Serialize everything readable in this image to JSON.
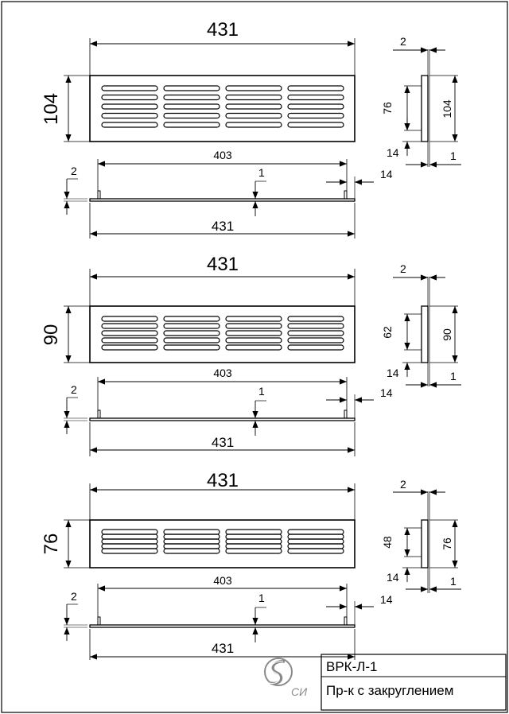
{
  "colors": {
    "line": "#000000",
    "paper": "#ffffff",
    "logo": "#8a8a8a"
  },
  "views": [
    {
      "overall_width": "431",
      "height": "104",
      "slot_span": "76",
      "side_height": "104",
      "flange": "2",
      "edge_a": "14",
      "edge_b": "1",
      "inner_length": "403",
      "lip": "2",
      "gap": "1",
      "end_gap": "14",
      "bottom_width": "431"
    },
    {
      "overall_width": "431",
      "height": "90",
      "slot_span": "62",
      "side_height": "90",
      "flange": "2",
      "edge_a": "14",
      "edge_b": "1",
      "inner_length": "403",
      "lip": "2",
      "gap": "1",
      "end_gap": "14",
      "bottom_width": "431"
    },
    {
      "overall_width": "431",
      "height": "76",
      "slot_span": "48",
      "side_height": "76",
      "flange": "2",
      "edge_a": "14",
      "edge_b": "1",
      "inner_length": "403",
      "lip": "2",
      "gap": "1",
      "end_gap": "14",
      "bottom_width": "431"
    }
  ],
  "title_block": {
    "code": "ВРК-Л-1",
    "description": "Пр-к с закруглением"
  },
  "logo": {
    "text": "СИ",
    "icon": "company-logo-icon"
  }
}
